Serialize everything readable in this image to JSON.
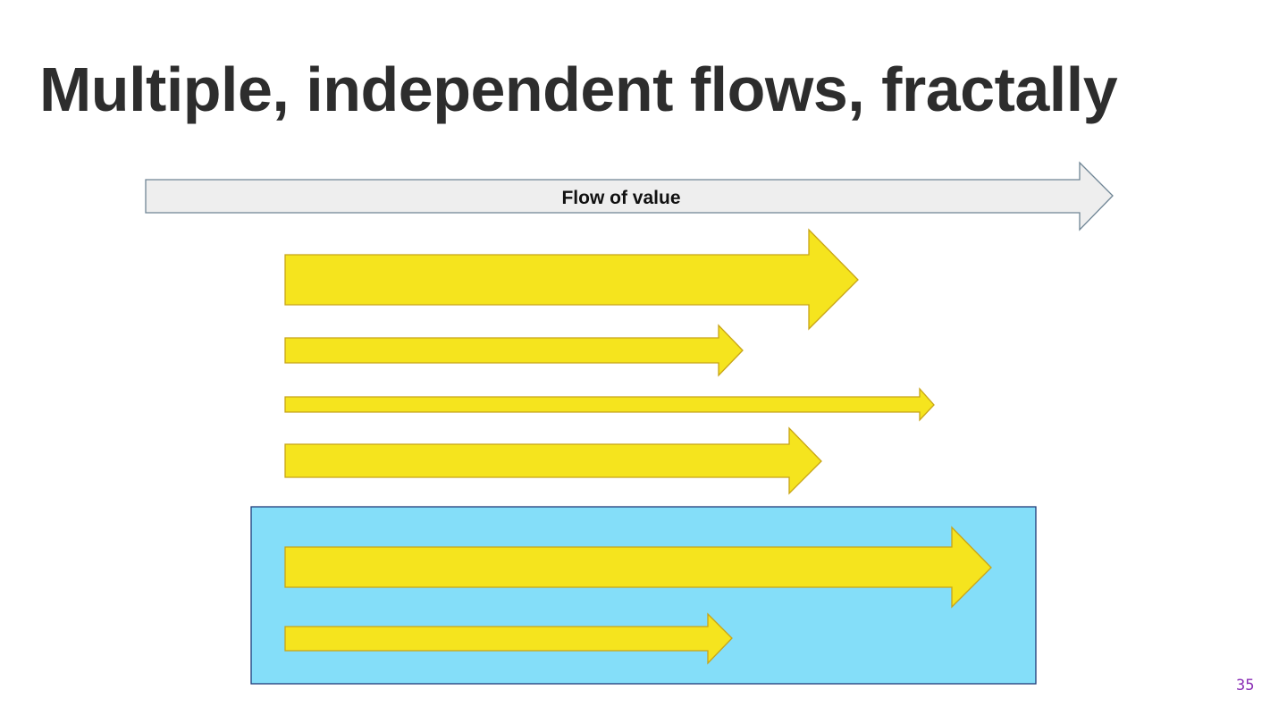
{
  "slide": {
    "title": "Multiple, independent flows, fractally",
    "page_number": "35"
  },
  "diagram": {
    "banner_label": "Flow of value",
    "colors": {
      "banner_fill": "#eeeeee",
      "banner_stroke": "#6f8595",
      "flow_fill": "#f5e41e",
      "flow_stroke": "#c8a418",
      "group_fill": "#84def9",
      "group_stroke": "#1f3b78",
      "page_number": "#8a2eb5"
    }
  }
}
